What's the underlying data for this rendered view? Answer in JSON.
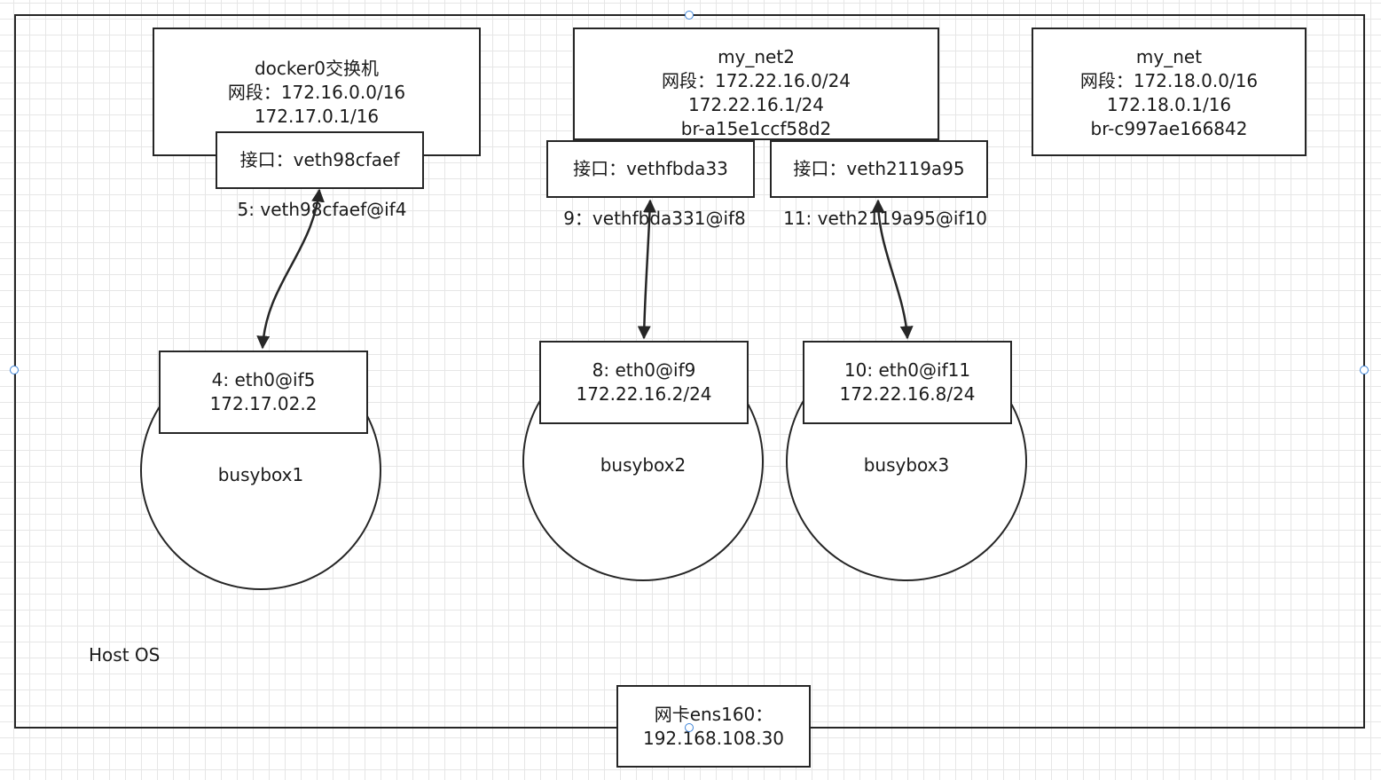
{
  "host": {
    "label": "Host OS",
    "nic": {
      "line1": "网卡ens160：",
      "line2": "192.168.108.30"
    }
  },
  "docker0": {
    "line1": "docker0交换机",
    "line2": "网段：172.16.0.0/16",
    "line3": "172.17.0.1/16",
    "iface": "接口：veth98cfaef",
    "link_label": "5: veth98cfaef@if4"
  },
  "my_net2": {
    "line1": "my_net2",
    "line2": "网段：172.22.16.0/24",
    "line3": "172.22.16.1/24",
    "line4": "br-a15e1ccf58d2",
    "iface_a": "接口：vethfbda33",
    "iface_b": "接口：veth2119a95",
    "link_label_a": "9：vethfbda331@if8",
    "link_label_b": "11: veth2119a95@if10"
  },
  "my_net": {
    "line1": "my_net",
    "line2": "网段：172.18.0.0/16",
    "line3": "172.18.0.1/16",
    "line4": "br-c997ae166842"
  },
  "containers": [
    {
      "name": "busybox1",
      "iface": "4: eth0@if5",
      "ip": "172.17.02.2"
    },
    {
      "name": "busybox2",
      "iface": "8: eth0@if9",
      "ip": "172.22.16.2/24"
    },
    {
      "name": "busybox3",
      "iface": "10: eth0@if11",
      "ip": "172.22.16.8/24"
    }
  ]
}
